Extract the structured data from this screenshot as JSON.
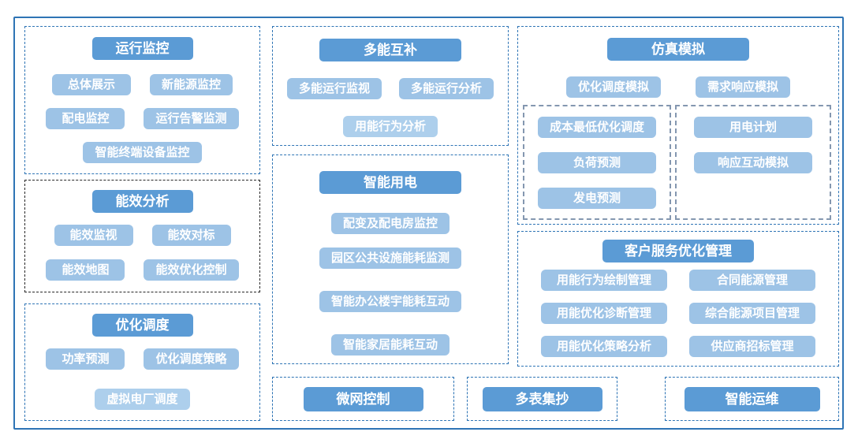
{
  "colors": {
    "title_bg": "#5B9BD5",
    "item_bg": "#9DC3E6",
    "item_bg_light": "#ADCFEC",
    "frame_border": "#2E74B5",
    "panel_border": "#2E74B5",
    "panel_border_dark": "#262626",
    "subpanel_border": "#8497B0",
    "text_color": "#FFFFFF"
  },
  "sections": [
    {
      "title": "运行监控",
      "rows": [
        [
          "总体展示",
          "新能源监控"
        ],
        [
          "配电监控",
          "运行告警监测"
        ],
        [
          "智能终端设备监控"
        ]
      ]
    },
    {
      "title": "能效分析",
      "rows": [
        [
          "能效监视",
          "能效对标"
        ],
        [
          "能效地图",
          "能效优化控制"
        ]
      ]
    },
    {
      "title": "优化调度",
      "rows": [
        [
          "功率预测",
          "优化调度策略"
        ],
        [
          "虚拟电厂调度"
        ]
      ]
    },
    {
      "title": "多能互补",
      "rows": [
        [
          "多能运行监视",
          "多能运行分析"
        ],
        [
          "用能行为分析"
        ]
      ]
    },
    {
      "title": "智能用电",
      "rows": [
        [
          "配变及配电房监控"
        ],
        [
          "园区公共设施能耗监测"
        ],
        [
          "智能办公楼宇能耗互动"
        ],
        [
          "智能家居能耗互动"
        ]
      ]
    },
    {
      "title": "仿真模拟",
      "rows": [
        [
          "优化调度模拟",
          "需求响应模拟"
        ]
      ],
      "subpanels": [
        {
          "items": [
            "成本最低优化调度",
            "负荷预测",
            "发电预测"
          ]
        },
        {
          "items": [
            "用电计划",
            "响应互动模拟"
          ]
        }
      ]
    },
    {
      "title": "客户服务优化管理",
      "rows": [
        [
          "用能行为绘制管理",
          "合同能源管理"
        ],
        [
          "用能优化诊断管理",
          "综合能源项目管理"
        ],
        [
          "用能优化策略分析",
          "供应商招标管理"
        ]
      ]
    },
    {
      "title": "微网控制"
    },
    {
      "title": "多表集抄"
    },
    {
      "title": "智能运维"
    }
  ]
}
